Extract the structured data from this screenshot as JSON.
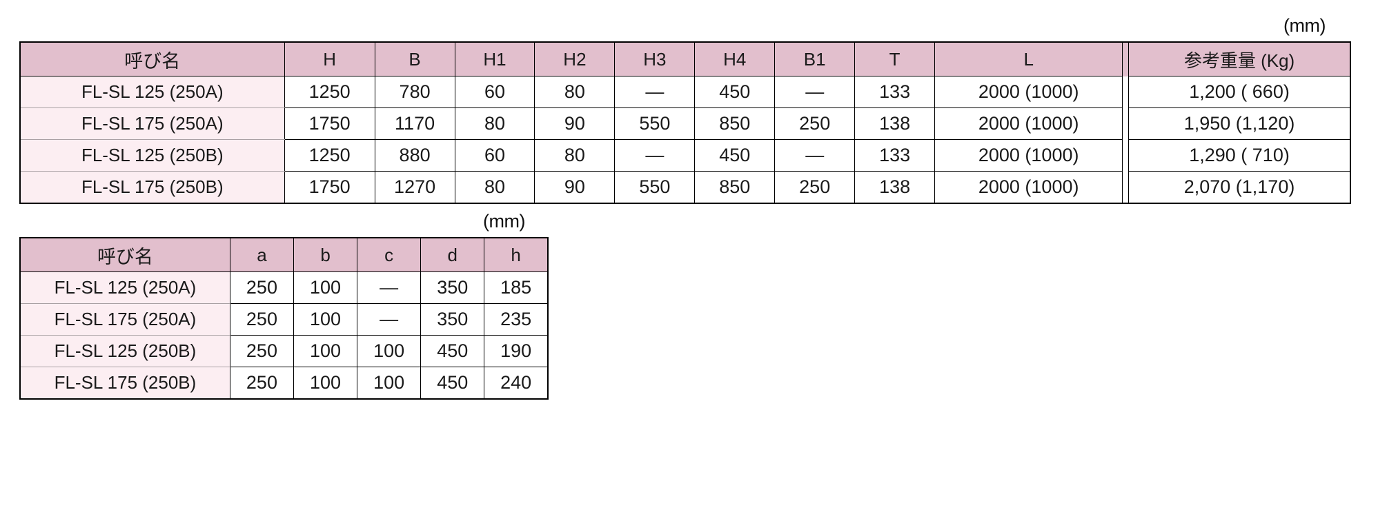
{
  "page": {
    "unit_label_main": "(mm)",
    "unit_label_sub": "(mm)"
  },
  "colors": {
    "header_fill": "#e2bfcd",
    "name_cell_fill": "#fceef2",
    "grid_line": "#000000",
    "name_rule": "#a9a1a4"
  },
  "table_main": {
    "name": "main-specification-table",
    "columns": [
      "呼び名",
      "H",
      "B",
      "H1",
      "H2",
      "H3",
      "H4",
      "B1",
      "T",
      "L",
      "参考重量 (Kg)"
    ],
    "rows": [
      {
        "name": "FL-SL 125 (250A)",
        "H": "1250",
        "B": "780",
        "H1": "60",
        "H2": "80",
        "H3": "—",
        "H4": "450",
        "B1": "—",
        "T": "133",
        "L": "2000 (1000)",
        "weight": "1,200 (  660)"
      },
      {
        "name": "FL-SL 175 (250A)",
        "H": "1750",
        "B": "1170",
        "H1": "80",
        "H2": "90",
        "H3": "550",
        "H4": "850",
        "B1": "250",
        "T": "138",
        "L": "2000 (1000)",
        "weight": "1,950 (1,120)"
      },
      {
        "name": "FL-SL 125 (250B)",
        "H": "1250",
        "B": "880",
        "H1": "60",
        "H2": "80",
        "H3": "—",
        "H4": "450",
        "B1": "—",
        "T": "133",
        "L": "2000 (1000)",
        "weight": "1,290 (  710)"
      },
      {
        "name": "FL-SL 175 (250B)",
        "H": "1750",
        "B": "1270",
        "H1": "80",
        "H2": "90",
        "H3": "550",
        "H4": "850",
        "B1": "250",
        "T": "138",
        "L": "2000 (1000)",
        "weight": "2,070 (1,170)"
      }
    ]
  },
  "table_sub": {
    "name": "dimension-detail-table",
    "columns": [
      "呼び名",
      "a",
      "b",
      "c",
      "d",
      "h"
    ],
    "rows": [
      {
        "name": "FL-SL 125 (250A)",
        "a": "250",
        "b": "100",
        "c": "—",
        "d": "350",
        "h": "185"
      },
      {
        "name": "FL-SL 175 (250A)",
        "a": "250",
        "b": "100",
        "c": "—",
        "d": "350",
        "h": "235"
      },
      {
        "name": "FL-SL 125 (250B)",
        "a": "250",
        "b": "100",
        "c": "100",
        "d": "450",
        "h": "190"
      },
      {
        "name": "FL-SL 175 (250B)",
        "a": "250",
        "b": "100",
        "c": "100",
        "d": "450",
        "h": "240"
      }
    ]
  }
}
